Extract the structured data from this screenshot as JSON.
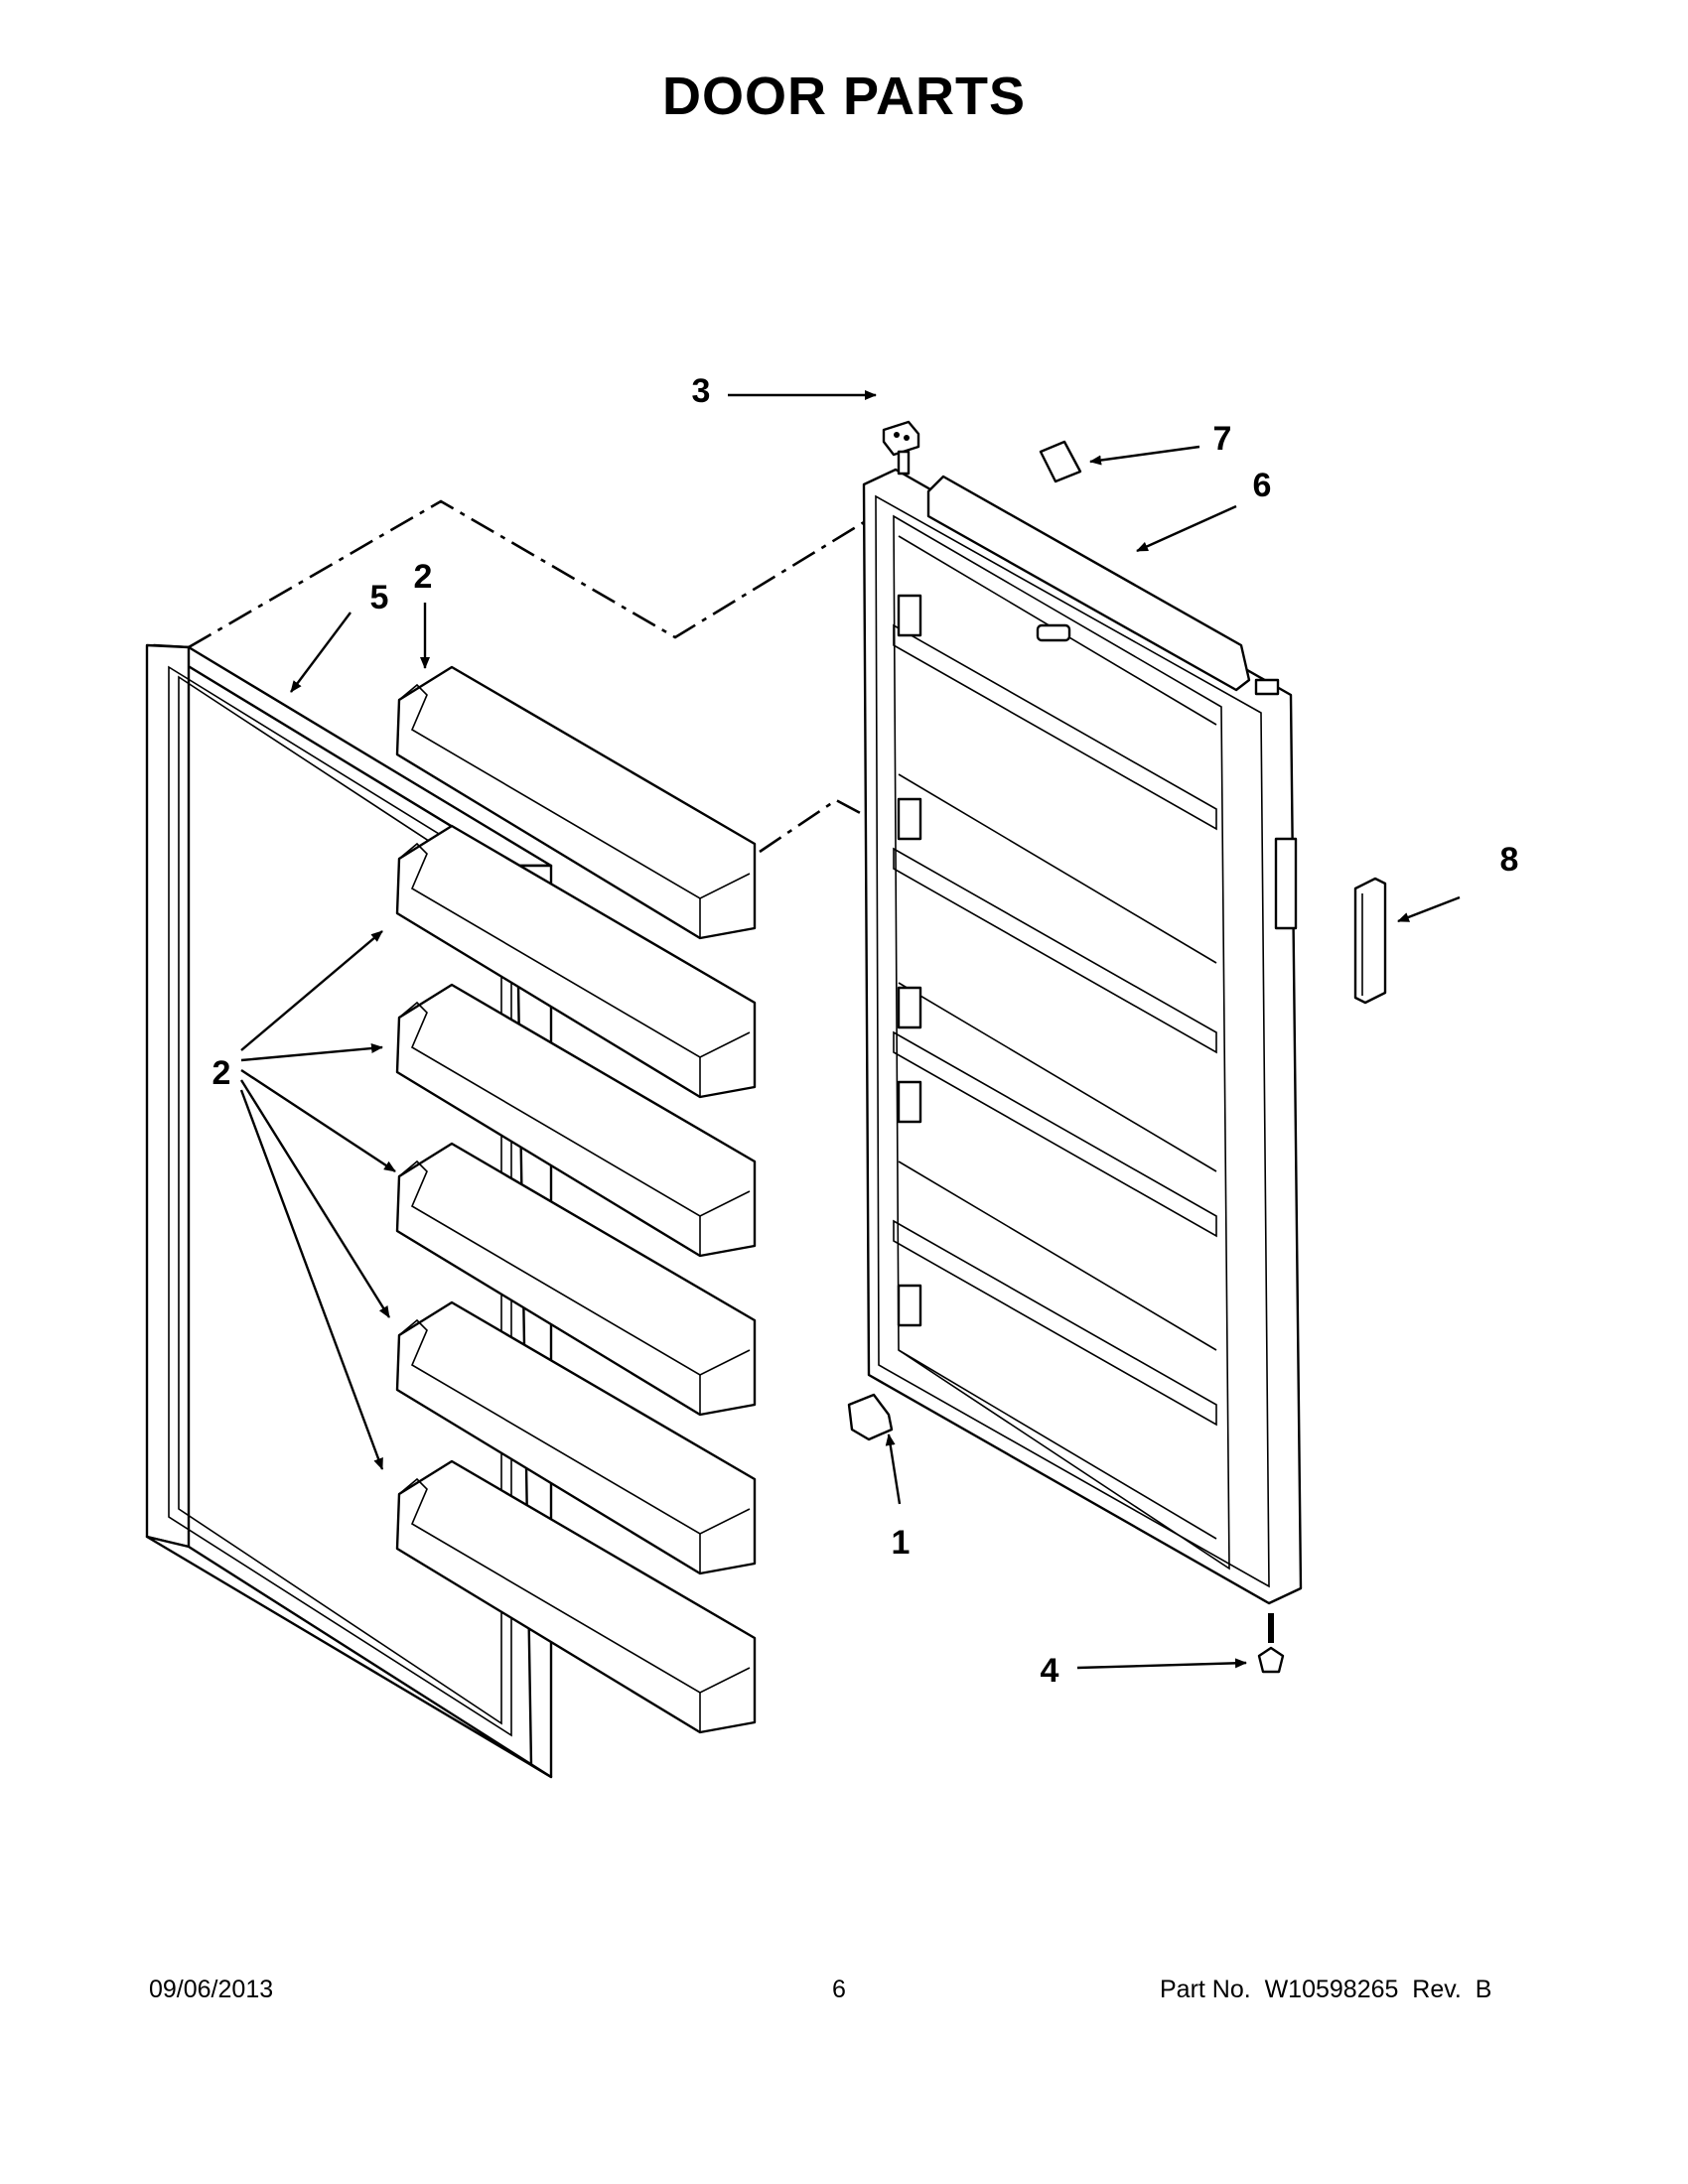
{
  "header": {
    "title": "DOOR PARTS"
  },
  "callouts": {
    "p1": "1",
    "p2": "2",
    "p3": "3",
    "p4": "4",
    "p5": "5",
    "p6": "6",
    "p7": "7",
    "p8": "8"
  },
  "footer": {
    "date": "09/06/2013",
    "page_number": "6",
    "part_number": "Part No.  W10598265  Rev.  B"
  }
}
